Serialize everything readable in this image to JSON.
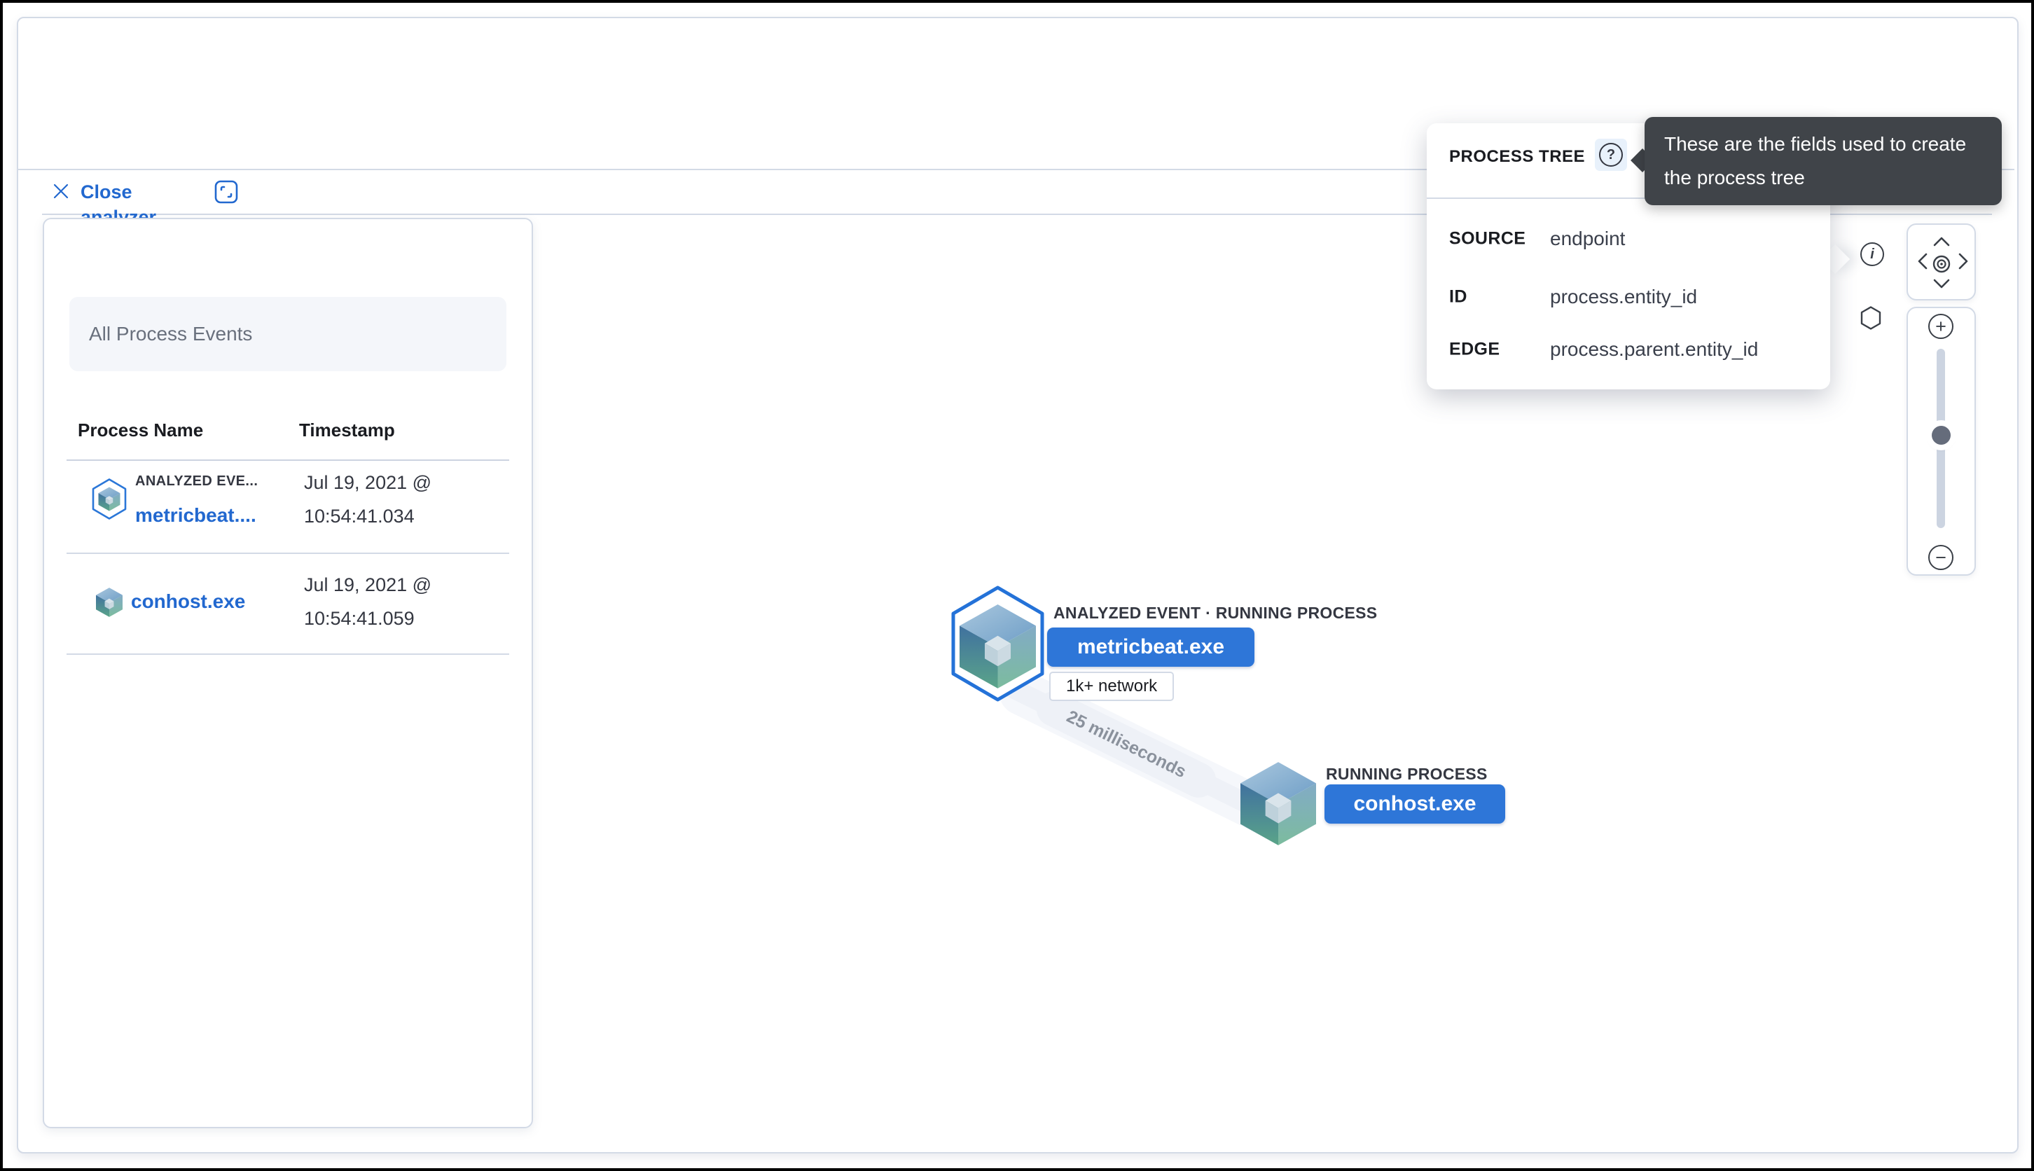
{
  "toolbar": {
    "close_label": "Close analyzer"
  },
  "icons": {
    "close_glyph": "×",
    "help_glyph": "?",
    "info_glyph": "i",
    "zoom_in_glyph": "+",
    "zoom_out_glyph": "−"
  },
  "left_panel": {
    "filter_label": "All Process Events",
    "columns": [
      "Process Name",
      "Timestamp"
    ],
    "rows": [
      {
        "event_badge": "ANALYZED EVE...",
        "process_name": "metricbeat....",
        "timestamp_line1": "Jul 19, 2021 @",
        "timestamp_line2": "10:54:41.034"
      },
      {
        "event_badge": "",
        "process_name": "conhost.exe",
        "timestamp_line1": "Jul 19, 2021 @",
        "timestamp_line2": "10:54:41.059"
      }
    ]
  },
  "graph": {
    "analyzed_node": {
      "label": "ANALYZED EVENT · RUNNING PROCESS",
      "button_label": "metricbeat.exe",
      "pill_label": "1k+ network"
    },
    "child_node": {
      "label": "RUNNING PROCESS",
      "button_label": "conhost.exe"
    },
    "edge_label": "25 milliseconds"
  },
  "popover": {
    "title": "PROCESS TREE",
    "rows": [
      {
        "label": "SOURCE",
        "value": "endpoint"
      },
      {
        "label": "ID",
        "value": "process.entity_id"
      },
      {
        "label": "EDGE",
        "value": "process.parent.entity_id"
      }
    ]
  },
  "tooltip": {
    "line1": "These are the fields used to create",
    "line2": "the process tree"
  },
  "controls": {
    "slider_thumb_percent": 48
  },
  "colors": {
    "primary_blue": "#2e76d8",
    "link_blue": "#2268cf",
    "text_dark": "#343741",
    "heading_dark": "#1a1c21",
    "muted": "#69707d",
    "border": "#d3dae6",
    "tooltip_bg": "#404449",
    "edge_band": "#eef1f7"
  }
}
